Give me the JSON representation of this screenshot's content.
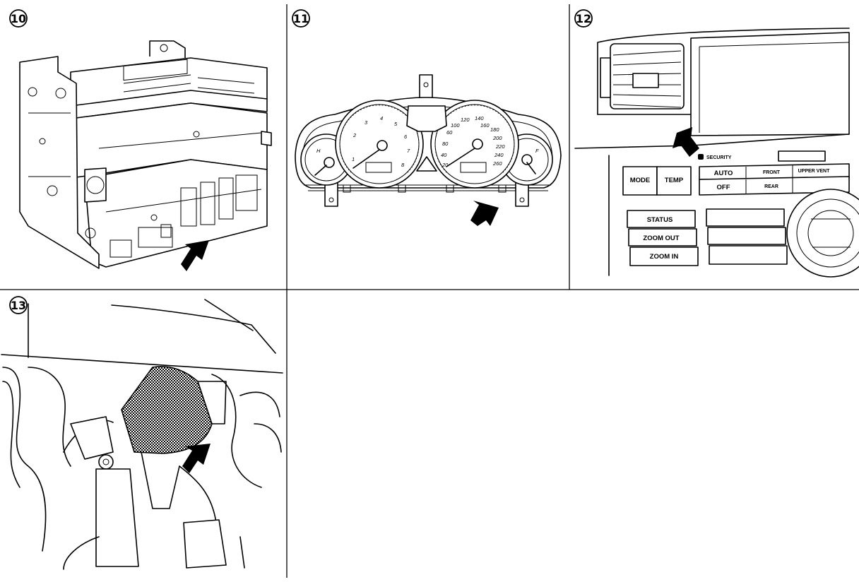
{
  "panels": [
    {
      "id": "panel-10",
      "step": "10",
      "subject": "audio-unit"
    },
    {
      "id": "panel-11",
      "step": "11",
      "subject": "combination-meter"
    },
    {
      "id": "panel-12",
      "step": "12",
      "subject": "security-indicator-panel"
    },
    {
      "id": "panel-13",
      "step": "13",
      "subject": "under-dash-unit"
    }
  ],
  "panel12": {
    "security_label": "SECURITY",
    "buttons": {
      "mode": "MODE",
      "temp": "TEMP",
      "auto": "AUTO",
      "off": "OFF",
      "front": "FRONT",
      "rear": "REAR",
      "upper_vent": "UPPER VENT",
      "status": "STATUS",
      "zoom_out": "ZOOM OUT",
      "zoom_in": "ZOOM IN"
    }
  },
  "panel11": {
    "tach_numbers": [
      "1",
      "2",
      "3",
      "4",
      "5",
      "6",
      "7",
      "8"
    ],
    "speedo_numbers": [
      "20",
      "40",
      "60",
      "80",
      "100",
      "120",
      "140",
      "160",
      "180",
      "200",
      "220",
      "240",
      "260"
    ]
  },
  "colors": {
    "ink": "#000000",
    "paper": "#ffffff"
  }
}
